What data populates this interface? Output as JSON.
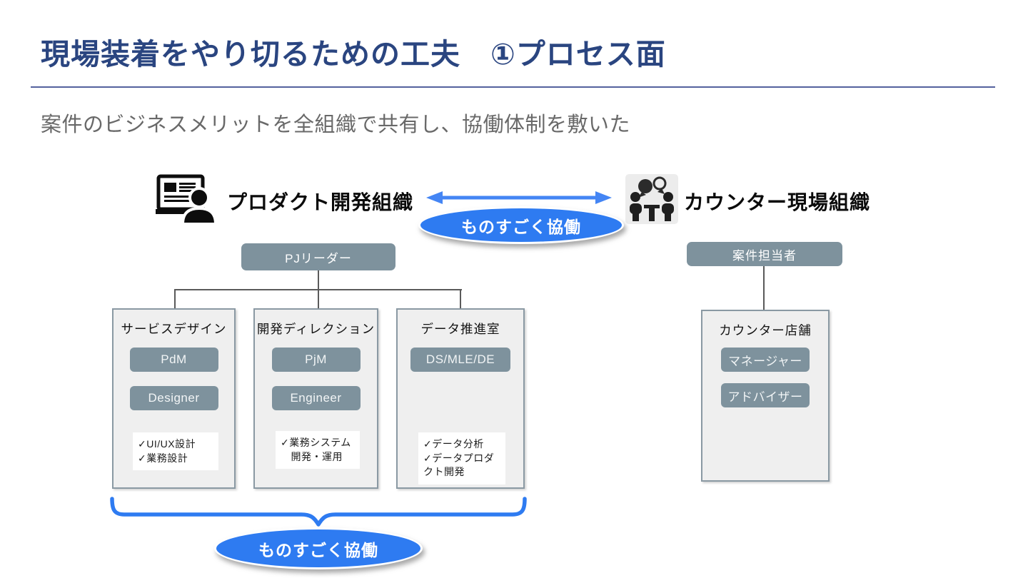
{
  "page": {
    "title": "現場装着をやり切るための工夫　①プロセス面",
    "subtitle": "案件のビジネスメリットを全組織で共有し、協働体制を敷いた"
  },
  "colors": {
    "title_navy": "#2A4580",
    "divider_blue": "#54629E",
    "accent_blue": "#2E7BF1",
    "arrow_blue": "#4485F4",
    "slate_box": "#7E929D",
    "panel_bg": "#EFEFEF",
    "panel_border": "#8A99A3",
    "connector_gray": "#5a5a5a"
  },
  "collaboration": {
    "top_label": "ものすごく協働",
    "bottom_label": "ものすごく協働"
  },
  "left_org": {
    "header": "プロダクト開発組織",
    "icon": "person-at-laptop-icon",
    "leader": "PJリーダー",
    "departments": [
      {
        "name": "サービスデザイン",
        "roles": [
          "PdM",
          "Designer"
        ],
        "tasks": [
          "✓UI/UX設計",
          "✓業務設計"
        ]
      },
      {
        "name": "開発ディレクション",
        "roles": [
          "PjM",
          "Engineer"
        ],
        "tasks": [
          "✓業務システム",
          "　開発・運用"
        ]
      },
      {
        "name": "データ推進室",
        "roles": [
          "DS/MLE/DE"
        ],
        "tasks": [
          "✓データ分析",
          "✓データプロダ",
          "クト開発"
        ]
      }
    ]
  },
  "right_org": {
    "header": "カウンター現場組織",
    "icon": "meeting-icon",
    "leader": "案件担当者",
    "department": {
      "name": "カウンター店舗",
      "roles": [
        "マネージャー",
        "アドバイザー"
      ]
    }
  }
}
